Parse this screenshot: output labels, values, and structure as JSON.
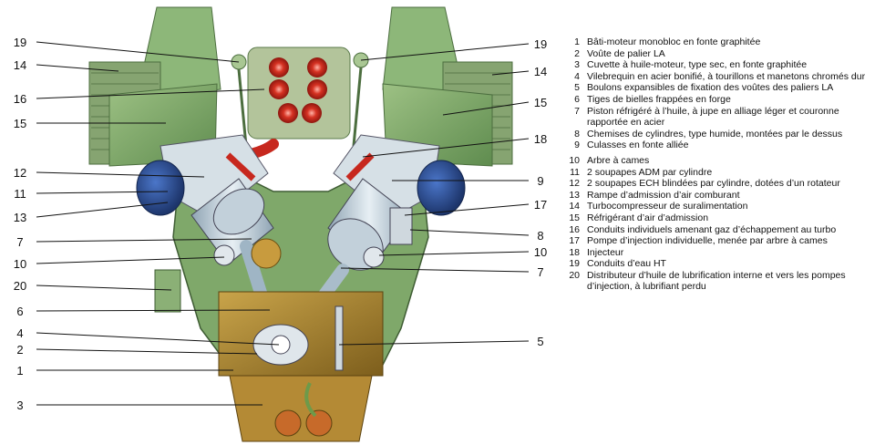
{
  "labels": {
    "left": [
      "19",
      "14",
      "16",
      "15",
      "12",
      "11",
      "13",
      "7",
      "10",
      "20",
      "6",
      "4",
      "2",
      "1",
      "3"
    ],
    "right": [
      "19",
      "14",
      "15",
      "18",
      "9",
      "17",
      "8",
      "10",
      "7",
      "5"
    ]
  },
  "legend": [
    {
      "num": "1",
      "text": "Bâti-moteur monobloc en fonte graphitée"
    },
    {
      "num": "2",
      "text": "Voûte de palier LA"
    },
    {
      "num": "3",
      "text": "Cuvette à huile-moteur, type sec, en fonte graphitée"
    },
    {
      "num": "4",
      "text": "Vilebrequin en acier bonifié, à tourillons et manetons chromés dur"
    },
    {
      "num": "5",
      "text": "Boulons expansibles de fixation des voûtes des paliers LA"
    },
    {
      "num": "6",
      "text": "Tiges de bielles frappées en forge"
    },
    {
      "num": "7",
      "text": "Piston réfrigéré à l’huile, à jupe en alliage léger et couronne rapportée en acier"
    },
    {
      "num": "8",
      "text": "Chemises de cylindres, type humide, montées par le dessus"
    },
    {
      "num": "9",
      "text": "Culasses en fonte alliée"
    },
    {
      "num": "10",
      "text": "Arbre à cames"
    },
    {
      "num": "11",
      "text": "2 soupapes ADM par cylindre"
    },
    {
      "num": "12",
      "text": "2 soupapes ECH blindées par cylindre, dotées d’un rotateur"
    },
    {
      "num": "13",
      "text": "Rampe d’admission d’air comburant"
    },
    {
      "num": "14",
      "text": "Turbocompresseur de suralimentation"
    },
    {
      "num": "15",
      "text": "Réfrigérant d’air d’admission"
    },
    {
      "num": "16",
      "text": "Conduits individuels amenant gaz d’échappement au turbo"
    },
    {
      "num": "17",
      "text": "Pompe d’injection individuelle, menée par arbre à cames"
    },
    {
      "num": "18",
      "text": "Injecteur"
    },
    {
      "num": "19",
      "text": "Conduits d’eau HT"
    },
    {
      "num": "20",
      "text": "Distributeur d’huile de lubrification interne et vers les pompes d’injection, à lubrifiant perdu"
    }
  ],
  "colors": {
    "green": "#7fa86a",
    "green_dark": "#5d8a52",
    "green_light": "#a9c793",
    "olive": "#8e7a2e",
    "bronze": "#a8842e",
    "steel": "#b9c8d4",
    "steel_light": "#dfe8ee",
    "blue": "#2b4f9a",
    "red": "#c7281e",
    "white_engine": "#e8ecee"
  }
}
